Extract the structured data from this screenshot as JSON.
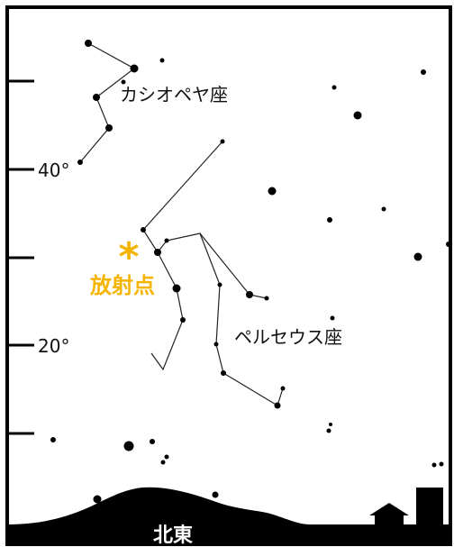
{
  "labels": {
    "cassiopeia": "カシオペヤ座",
    "perseus": "ペルセウス座",
    "radiant": "放射点",
    "radiant_mark": "*",
    "direction": "北東",
    "alt_40": "40°",
    "alt_20": "20°"
  },
  "colors": {
    "frame": "#000000",
    "stars": "#000000",
    "lines": "#222222",
    "radiant": "#f5b400",
    "ground": "#000000",
    "background": "#ffffff"
  },
  "altitude_ticks": [
    "40°",
    "20°"
  ]
}
